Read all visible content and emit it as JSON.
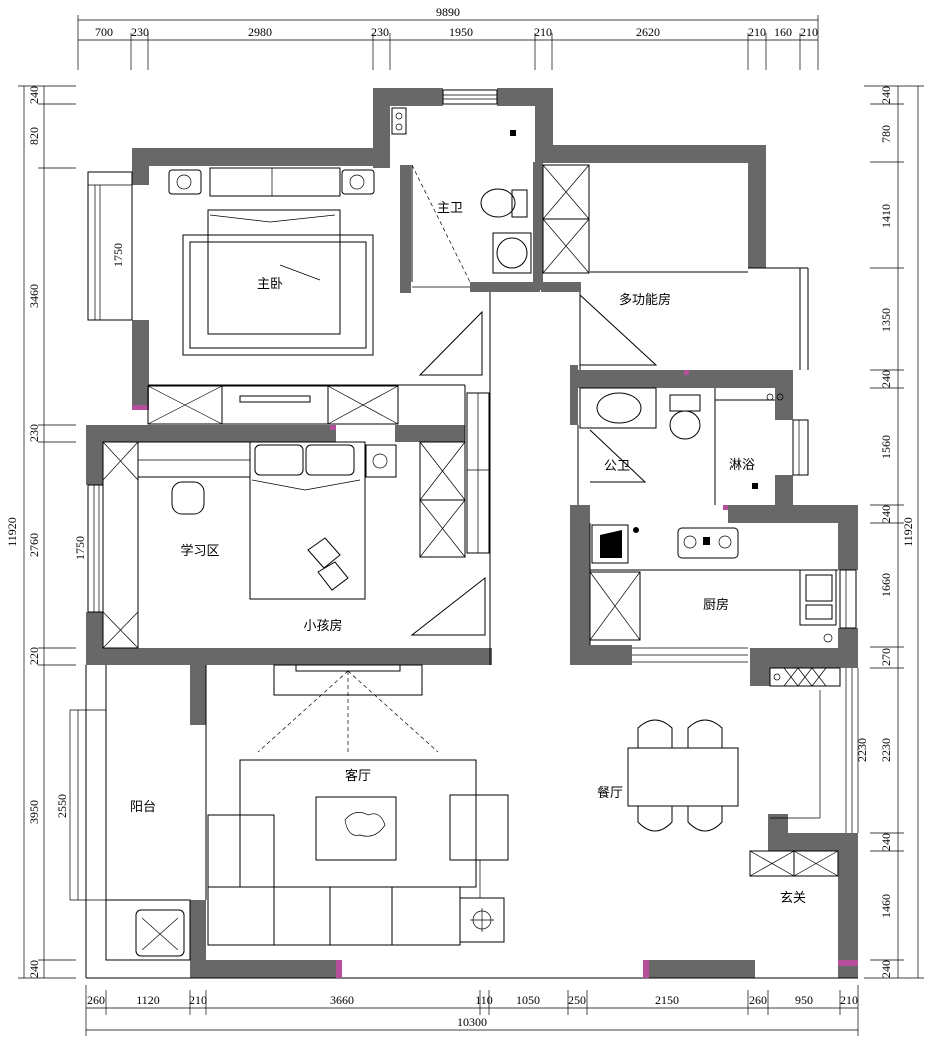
{
  "rooms": {
    "master_bedroom": "主卧",
    "master_bath": "主卫",
    "multi_room": "多功能房",
    "public_bath": "公卫",
    "shower": "淋浴",
    "study_area": "学习区",
    "kids_room": "小孩房",
    "kitchen": "厨房",
    "living_room": "客厅",
    "dining_room": "餐厅",
    "balcony": "阳台",
    "entrance": "玄关"
  },
  "dims_top": {
    "total": "9890",
    "segments": [
      "700",
      "230",
      "2980",
      "230",
      "1950",
      "210",
      "2620",
      "210",
      "160",
      "210"
    ]
  },
  "dims_bottom": {
    "total": "10300",
    "segments": [
      "260",
      "1120",
      "210",
      "3660",
      "110",
      "1050",
      "250",
      "2150",
      "260",
      "950",
      "210"
    ]
  },
  "dims_left": {
    "total": "11920",
    "segments": [
      "240",
      "820",
      "3460",
      "230",
      "2760",
      "220",
      "3950",
      "240"
    ]
  },
  "dims_right": {
    "total": "11920",
    "segments": [
      "240",
      "780",
      "1410",
      "1350",
      "240",
      "1560",
      "240",
      "1660",
      "270",
      "2230",
      "240",
      "1460",
      "240"
    ]
  },
  "dims_inner": {
    "bed_window": "1750",
    "study_window": "1750",
    "balcony_window": "2550",
    "dining_window": "2230"
  }
}
